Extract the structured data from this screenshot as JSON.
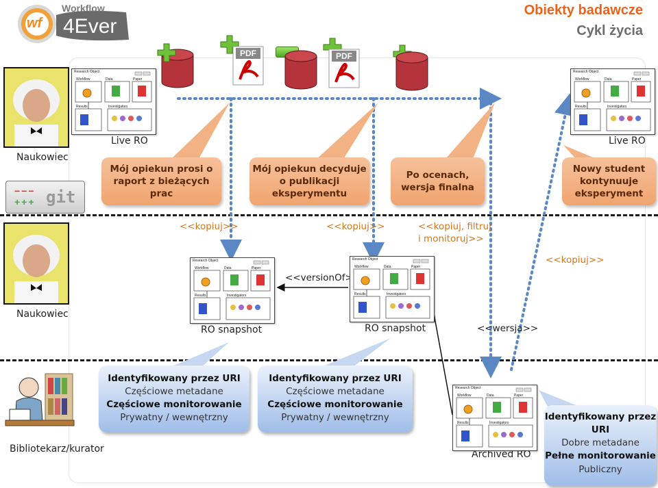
{
  "header": {
    "logo_small": "Workflow",
    "logo_big": "4Ever",
    "logo_mark": "wf",
    "title": "Obiekty badawcze",
    "subtitle": "Cykl życia"
  },
  "roles": {
    "scientist_top": "Naukowiec",
    "scientist_middle": "Naukowiec",
    "librarian": "Bibliotekarz/kurator"
  },
  "git_logo": "git",
  "pdf_label": "PDF",
  "ro_labels": {
    "live_left": "Live RO",
    "live_right": "Live RO",
    "snapshot_1": "RO snapshot",
    "snapshot_2": "RO snapshot",
    "archived": "Archived RO"
  },
  "callouts": {
    "c1": "Mój opiekun prosi o raport z bieżących prac",
    "c2": "Mój opiekun decyduje o publikacji eksperymentu",
    "c3": "Po ocenach, wersja finalna",
    "c4": "Nowy student kontynuuje eksperyment"
  },
  "relations": {
    "copy1": "<<kopiuj>>",
    "copy2": "<<kopiuj>>",
    "copy_filter": "<<kopiuj, filtruj i monitoruj>>",
    "copy3": "<<kopiuj>>",
    "version_of": "<<versionOf>>",
    "version": "<<wersja>>"
  },
  "ro_parts": {
    "header": "Research Object",
    "workflow": "Workflow",
    "data": "Data",
    "paper": "Paper",
    "results": "Results",
    "investigators": "Investigators"
  },
  "info_boxes": {
    "box1": {
      "line1": "Identyfikowany przez URI",
      "line2": "Częściowe metadane",
      "line3": "Częściowe monitorowanie",
      "line4": "Prywatny / wewnętrzny"
    },
    "box2": {
      "line1": "Identyfikowany przez URI",
      "line2": "Częściowe metadane",
      "line3": "Częściowe monitorowanie",
      "line4": "Prywatny / wewnętrzny"
    },
    "box3": {
      "line1": "Identyfikowany przez URI",
      "line2": "Dobre metadane",
      "line3": "Pełne monitorowanie",
      "line4": "Publiczny"
    }
  },
  "colors": {
    "title_orange": "#e8641c",
    "title_gray": "#6d6d6d",
    "arrow_blue": "#5b87c5",
    "cylinder_red": "#b5343b",
    "plus_green": "#6fc13a",
    "relation_orange": "#d4761e"
  }
}
